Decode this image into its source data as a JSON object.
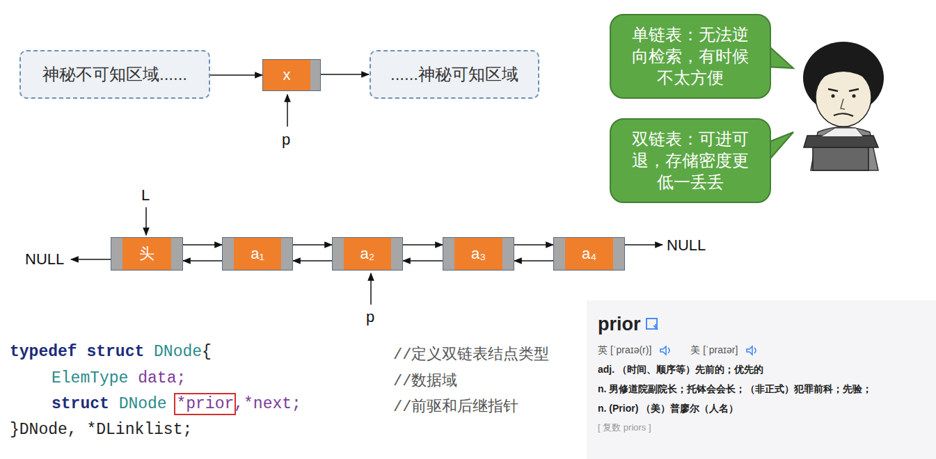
{
  "diagram": {
    "nodes": [
      {
        "text": [
          "神秘不可知区域......"
        ]
      },
      {
        "text": [
          "x"
        ]
      },
      {
        "text": [
          "......神秘可知区域"
        ]
      },
      {
        "text": [
          "单链表：无法逆向检索，有时候不太方便"
        ]
      },
      {
        "text": [
          "双链表：可进可退，存储密度更低一丢丢"
        ]
      },
      {
        "text": [
          "头"
        ]
      },
      {
        "text": [
          "a₁"
        ]
      },
      {
        "text": [
          "a₂"
        ]
      },
      {
        "text": [
          "a₃"
        ]
      },
      {
        "text": [
          "a₄"
        ]
      },
      {
        "text": [
          "prior",
          "英 [ˈpraɪə(r)]",
          "美 [ˈpraɪər]",
          "adj. （时间、顺序等）先前的；优先的",
          "n. 男修道院副院长；托钵会会长；（非正式）犯罪前科；先验；",
          "n. (Prior) （美）普廖尔（人名）",
          "[ 复数 priors ]"
        ]
      }
    ],
    "edges": [
      {
        "from": 0,
        "to": 1,
        "arrow": "to"
      },
      {
        "from": 1,
        "to": 2,
        "arrow": "to"
      },
      {
        "from": 5,
        "to": 6,
        "arrow": "to"
      },
      {
        "from": 6,
        "to": 5,
        "arrow": "to"
      },
      {
        "from": 6,
        "to": 7,
        "arrow": "to"
      },
      {
        "from": 7,
        "to": 6,
        "arrow": "to"
      },
      {
        "from": 7,
        "to": 8,
        "arrow": "to"
      },
      {
        "from": 8,
        "to": 7,
        "arrow": "to"
      },
      {
        "from": 8,
        "to": 9,
        "arrow": "to"
      },
      {
        "from": 9,
        "to": 8,
        "arrow": "to"
      }
    ],
    "labels": [
      "p",
      "L",
      "NULL",
      "NULL",
      "p",
      "typedef struct",
      "DNode",
      "{",
      "ElemType",
      "data;",
      "struct",
      "DNode",
      "*prior",
      ",*next;",
      "}DNode, *DLinklist;",
      "//定义双链表结点类型",
      "//数据域",
      "//前驱和后继指针"
    ]
  }
}
